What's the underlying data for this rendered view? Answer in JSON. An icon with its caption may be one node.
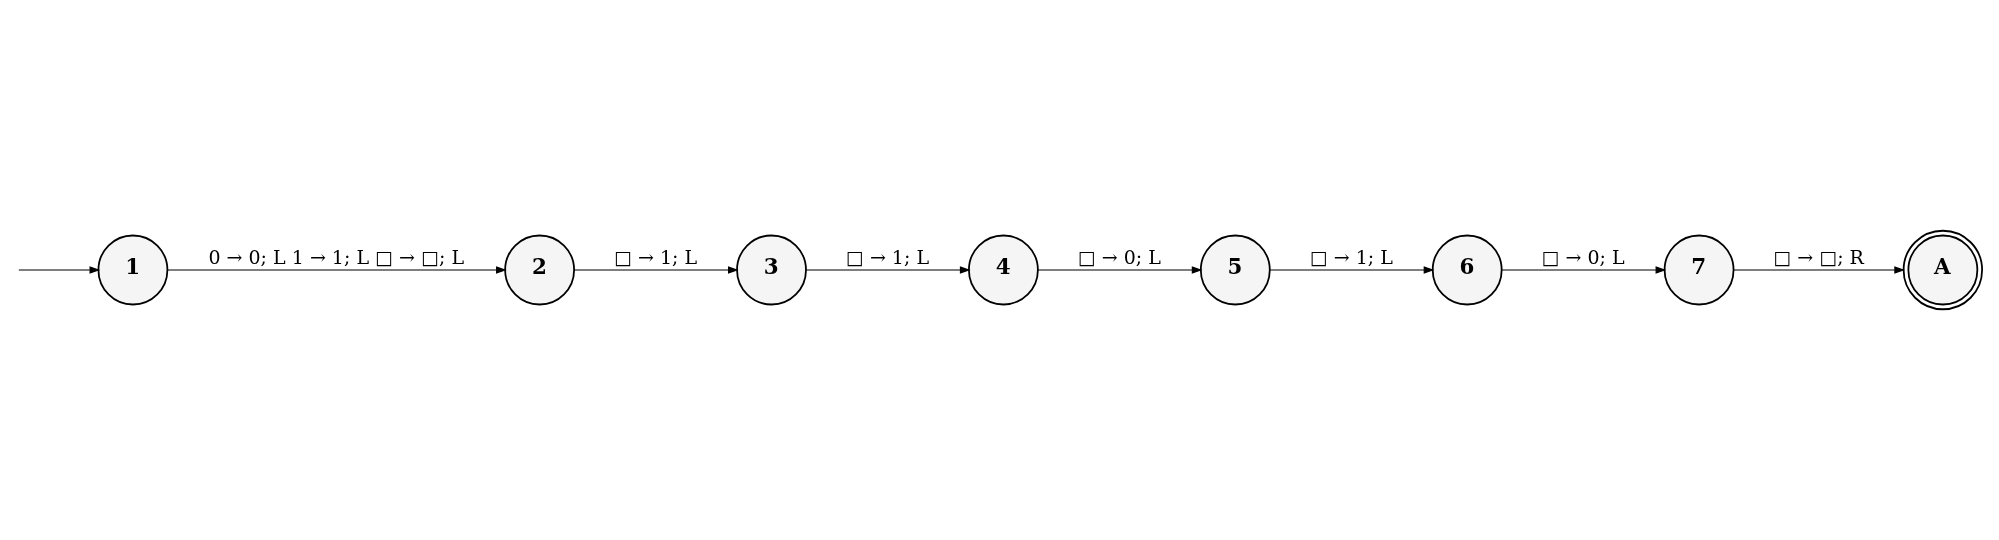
{
  "diagram": {
    "nodes": [
      {
        "text": [
          "1"
        ]
      },
      {
        "text": [
          "2"
        ]
      },
      {
        "text": [
          "3"
        ]
      },
      {
        "text": [
          "4"
        ]
      },
      {
        "text": [
          "5"
        ]
      },
      {
        "text": [
          "6"
        ]
      },
      {
        "text": [
          "7"
        ]
      },
      {
        "text": [
          "A"
        ]
      }
    ],
    "edges": [
      {
        "from": null,
        "to": 0,
        "arrow": "to"
      },
      {
        "from": 0,
        "to": 1,
        "arrow": "to",
        "label": "0 → 0; L 1 → 1; L □ → □; L"
      },
      {
        "from": 1,
        "to": 2,
        "arrow": "to",
        "label": "□ → 1; L"
      },
      {
        "from": 2,
        "to": 3,
        "arrow": "to",
        "label": "□ → 1; L"
      },
      {
        "from": 3,
        "to": 4,
        "arrow": "to",
        "label": "□ → 0; L"
      },
      {
        "from": 4,
        "to": 5,
        "arrow": "to",
        "label": "□ → 1; L"
      },
      {
        "from": 5,
        "to": 6,
        "arrow": "to",
        "label": "□ → 0; L"
      },
      {
        "from": 6,
        "to": 7,
        "arrow": "to",
        "label": "□ → □; R"
      }
    ]
  }
}
